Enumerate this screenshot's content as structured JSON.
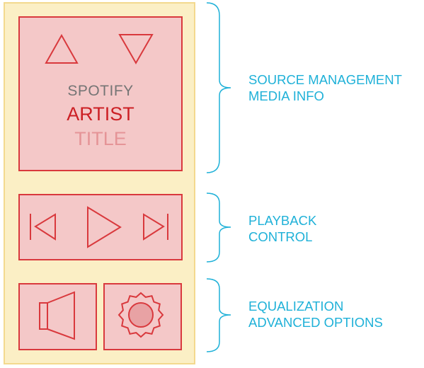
{
  "player": {
    "source": "SPOTIFY",
    "artist": "ARTIST",
    "title": "TITLE"
  },
  "annotations": [
    {
      "lines": [
        "SOURCE MANAGEMENT",
        "MEDIA INFO"
      ]
    },
    {
      "lines": [
        "PLAYBACK",
        "CONTROL"
      ]
    },
    {
      "lines": [
        "EQUALIZATION",
        "ADVANCED OPTIONS"
      ]
    }
  ],
  "icons": {
    "up": "triangle-up-icon",
    "down": "triangle-down-icon",
    "prev": "skip-previous-icon",
    "play": "play-icon",
    "next": "skip-next-icon",
    "volume": "speaker-icon",
    "settings": "gear-icon"
  },
  "colors": {
    "panel_fill": "#fbefc5",
    "panel_border": "#f3d98e",
    "block_fill": "#f4c8c8",
    "block_border": "#d9393d",
    "annotation": "#1fb1d8"
  }
}
